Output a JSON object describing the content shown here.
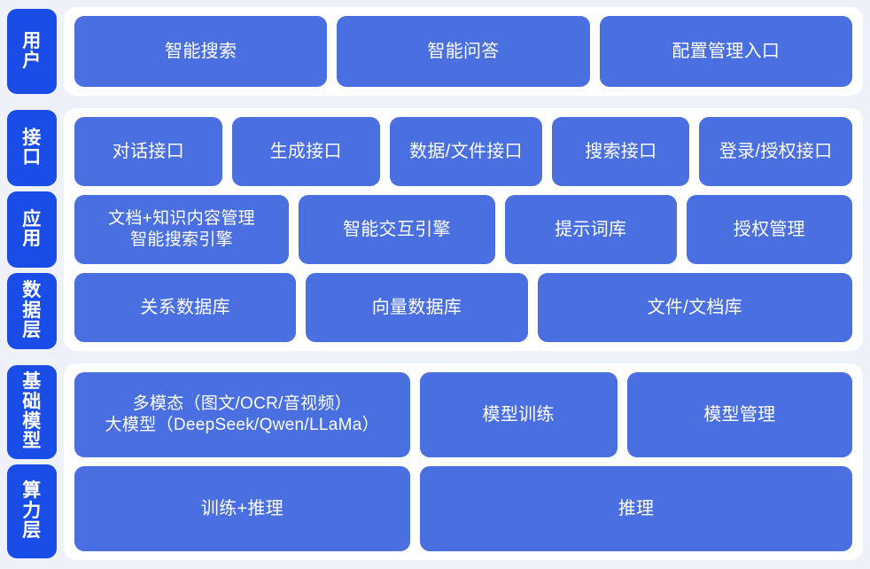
{
  "theme": {
    "page_background": "#eef1fa",
    "card_background": "#ffffff",
    "rail_tab_color": "#1a4ce8",
    "block_color": "#4a6fe0",
    "text_color": "#ffffff"
  },
  "sections": [
    {
      "id": "user",
      "rail": [
        {
          "label": "用户"
        }
      ],
      "rows": [
        {
          "blocks": [
            {
              "label": "智能搜索",
              "weight": "w1"
            },
            {
              "label": "智能问答",
              "weight": "w1"
            },
            {
              "label": "配置管理入口",
              "weight": "w1"
            }
          ]
        }
      ]
    },
    {
      "id": "platform",
      "rail": [
        {
          "label": "接口"
        },
        {
          "label": "应用"
        },
        {
          "label": "数据层"
        }
      ],
      "rows": [
        {
          "blocks": [
            {
              "label": "对话接口",
              "weight": "w125"
            },
            {
              "label": "生成接口",
              "weight": "w125"
            },
            {
              "label": "数据/文件接口",
              "weight": "w13"
            },
            {
              "label": "搜索接口",
              "weight": "w115"
            },
            {
              "label": "登录/授权接口",
              "weight": "w13"
            }
          ]
        },
        {
          "blocks": [
            {
              "label": "文档+知识内容管理\n智能搜索引擎",
              "weight": "w165",
              "two_line": true
            },
            {
              "label": "智能交互引擎",
              "weight": "w15"
            },
            {
              "label": "提示词库",
              "weight": "w13"
            },
            {
              "label": "授权管理",
              "weight": "w125"
            }
          ]
        },
        {
          "blocks": [
            {
              "label": "关系数据库",
              "weight": "w145"
            },
            {
              "label": "向量数据库",
              "weight": "w145"
            },
            {
              "label": "文件/文档库",
              "weight": "w21"
            }
          ]
        }
      ]
    },
    {
      "id": "infra",
      "rail": [
        {
          "label": "基础模型"
        },
        {
          "label": "算力层"
        }
      ],
      "rows": [
        {
          "blocks": [
            {
              "label": "多模态（图文/OCR/音视频）\n大模型（DeepSeek/Qwen/LLaMa）",
              "weight": "w175",
              "two_line": true
            },
            {
              "label": "模型训练",
              "weight": "w1"
            },
            {
              "label": "模型管理",
              "weight": "w115"
            }
          ]
        },
        {
          "blocks": [
            {
              "label": "训练+推理",
              "weight": "w1"
            },
            {
              "label": "推理",
              "weight": "w13"
            }
          ]
        }
      ]
    }
  ]
}
